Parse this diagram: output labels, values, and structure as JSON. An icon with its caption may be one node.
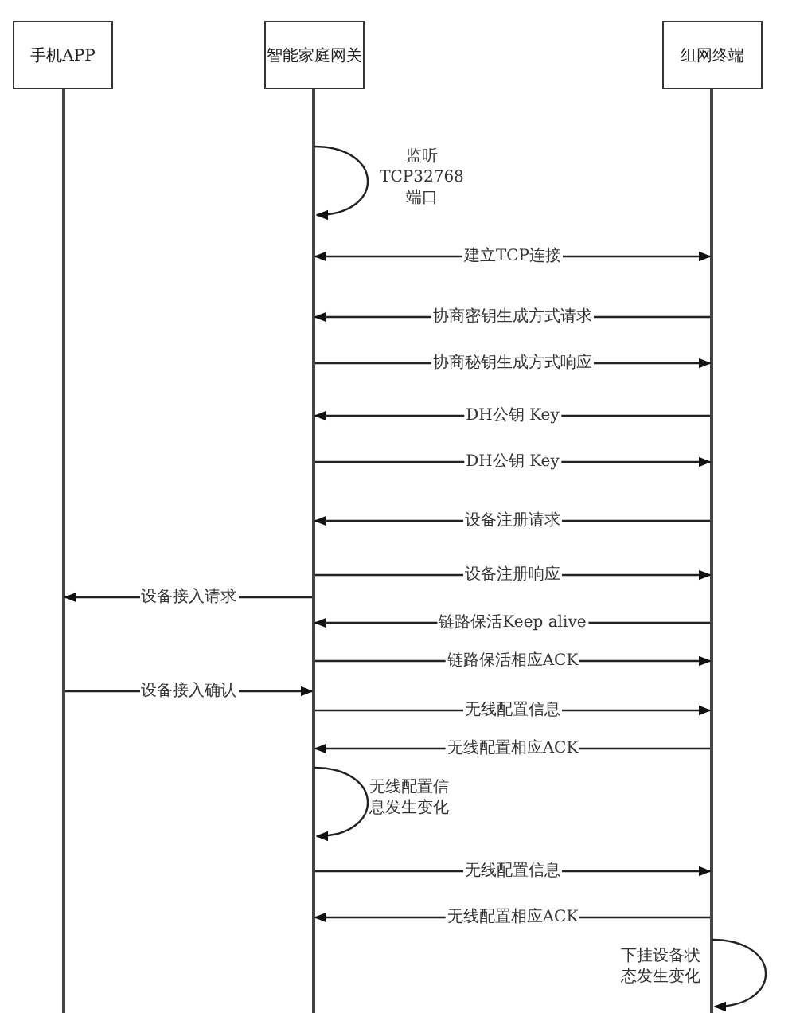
{
  "diagram": {
    "nodes": [
      {
        "text": [
          "手机APP"
        ]
      },
      {
        "text": [
          "智能家庭网关"
        ]
      },
      {
        "text": [
          "组网终端"
        ]
      }
    ],
    "edges": [
      {
        "from": 1,
        "to": 1,
        "arrow": "to",
        "label": "监听TCP32768端口"
      },
      {
        "from": 1,
        "to": 2,
        "arrow": "both",
        "label": "建立TCP连接"
      },
      {
        "from": 2,
        "to": 1,
        "arrow": "to",
        "label": "协商密钥生成方式请求"
      },
      {
        "from": 1,
        "to": 2,
        "arrow": "to",
        "label": "协商秘钥生成方式响应"
      },
      {
        "from": 2,
        "to": 1,
        "arrow": "to",
        "label": "DH公钥 Key"
      },
      {
        "from": 1,
        "to": 2,
        "arrow": "to",
        "label": "DH公钥 Key"
      },
      {
        "from": 2,
        "to": 1,
        "arrow": "to",
        "label": "设备注册请求"
      },
      {
        "from": 1,
        "to": 2,
        "arrow": "to",
        "label": "设备注册响应"
      },
      {
        "from": 1,
        "to": 0,
        "arrow": "to",
        "label": "设备接入请求"
      },
      {
        "from": 2,
        "to": 1,
        "arrow": "to",
        "label": "链路保活Keep alive"
      },
      {
        "from": 1,
        "to": 2,
        "arrow": "to",
        "label": "链路保活相应ACK"
      },
      {
        "from": 0,
        "to": 1,
        "arrow": "to",
        "label": "设备接入确认"
      },
      {
        "from": 1,
        "to": 2,
        "arrow": "to",
        "label": "无线配置信息"
      },
      {
        "from": 2,
        "to": 1,
        "arrow": "to",
        "label": "无线配置相应ACK"
      },
      {
        "from": 1,
        "to": 1,
        "arrow": "to",
        "label": "无线配置信息发生变化"
      },
      {
        "from": 1,
        "to": 2,
        "arrow": "to",
        "label": "无线配置信息"
      },
      {
        "from": 2,
        "to": 1,
        "arrow": "to",
        "label": "无线配置相应ACK"
      },
      {
        "from": 2,
        "to": 2,
        "arrow": "to",
        "label": "下挂设备状态发生变化"
      }
    ]
  }
}
